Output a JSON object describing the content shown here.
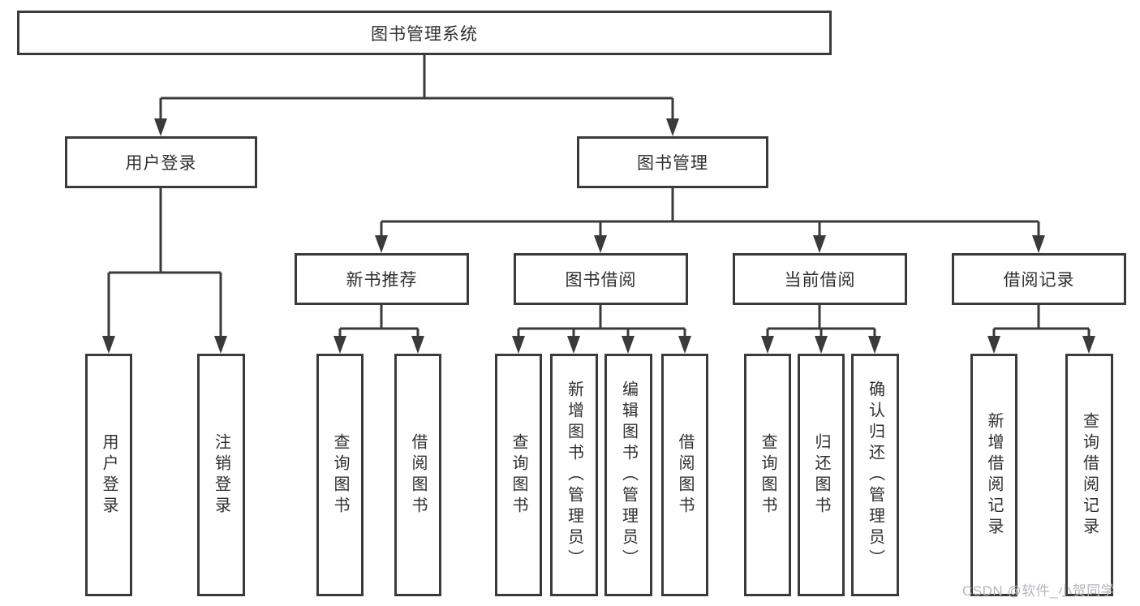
{
  "tree": {
    "label": "图书管理系统",
    "children": [
      {
        "label": "用户登录",
        "children": [
          {
            "label": "用户登录"
          },
          {
            "label": "注销登录"
          }
        ]
      },
      {
        "label": "图书管理",
        "children": [
          {
            "label": "新书推荐",
            "children": [
              {
                "label": "查询图书"
              },
              {
                "label": "借阅图书"
              }
            ]
          },
          {
            "label": "图书借阅",
            "children": [
              {
                "label": "查询图书"
              },
              {
                "label": "新增图书（管理员）"
              },
              {
                "label": "编辑图书（管理员）"
              },
              {
                "label": "借阅图书"
              }
            ]
          },
          {
            "label": "当前借阅",
            "children": [
              {
                "label": "查询图书"
              },
              {
                "label": "归还图书"
              },
              {
                "label": "确认归还（管理员）"
              }
            ]
          },
          {
            "label": "借阅记录",
            "children": [
              {
                "label": "新增借阅记录"
              },
              {
                "label": "查询借阅记录"
              }
            ]
          }
        ]
      }
    ]
  },
  "watermark": "CSDN @软件_小贺同学",
  "colors": {
    "line": "#3a3a3a",
    "box_border": "#3a3a3a",
    "box_fill": "#ffffff",
    "text": "#2f2f2f",
    "watermark": "#b3b6bc",
    "background": "#ffffff"
  }
}
